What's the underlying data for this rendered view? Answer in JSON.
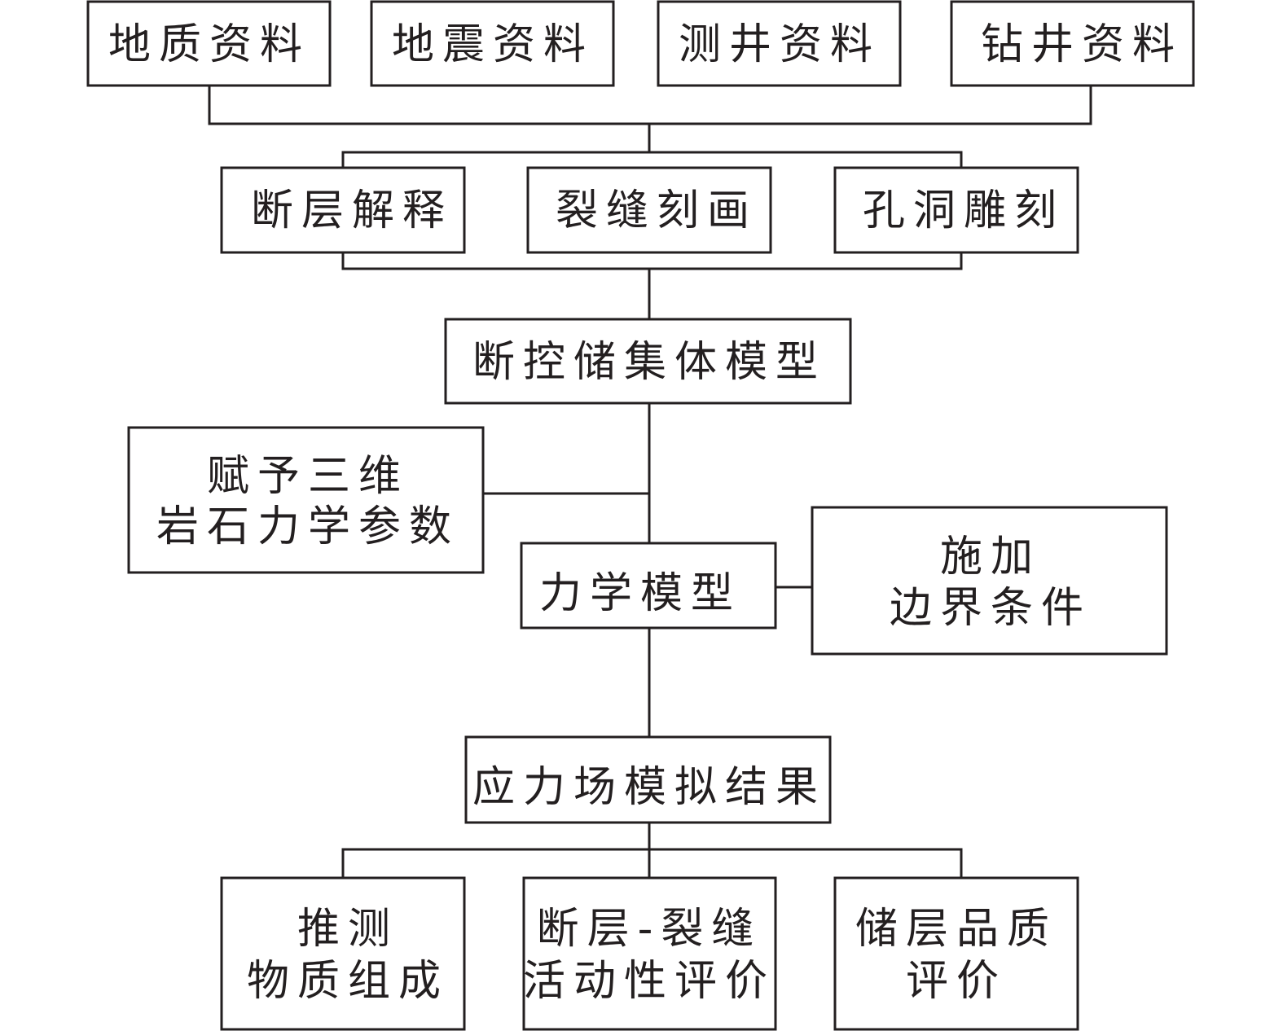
{
  "colors": {
    "stroke": "#231f20",
    "fill": "#ffffff",
    "text": "#231f20"
  },
  "inputs": {
    "geology": "地质资料",
    "seismic": "地震资料",
    "well_log": "测井资料",
    "drilling": "钻井资料"
  },
  "interpretation": {
    "fault": "断层解释",
    "fracture": "裂缝刻画",
    "vug": "孔洞雕刻"
  },
  "reservoir_model": "断控储集体模型",
  "rock_params": {
    "line1": "赋予三维",
    "line2": "岩石力学参数"
  },
  "mechanical_model": "力学模型",
  "boundary": {
    "line1": "施加",
    "line2": "边界条件"
  },
  "stress_result": "应力场模拟结果",
  "outputs": {
    "material": {
      "line1": "推测",
      "line2": "物质组成"
    },
    "activity": {
      "line1": "断层-裂缝",
      "line2": "活动性评价"
    },
    "quality": {
      "line1": "储层品质",
      "line2": "评价"
    }
  }
}
